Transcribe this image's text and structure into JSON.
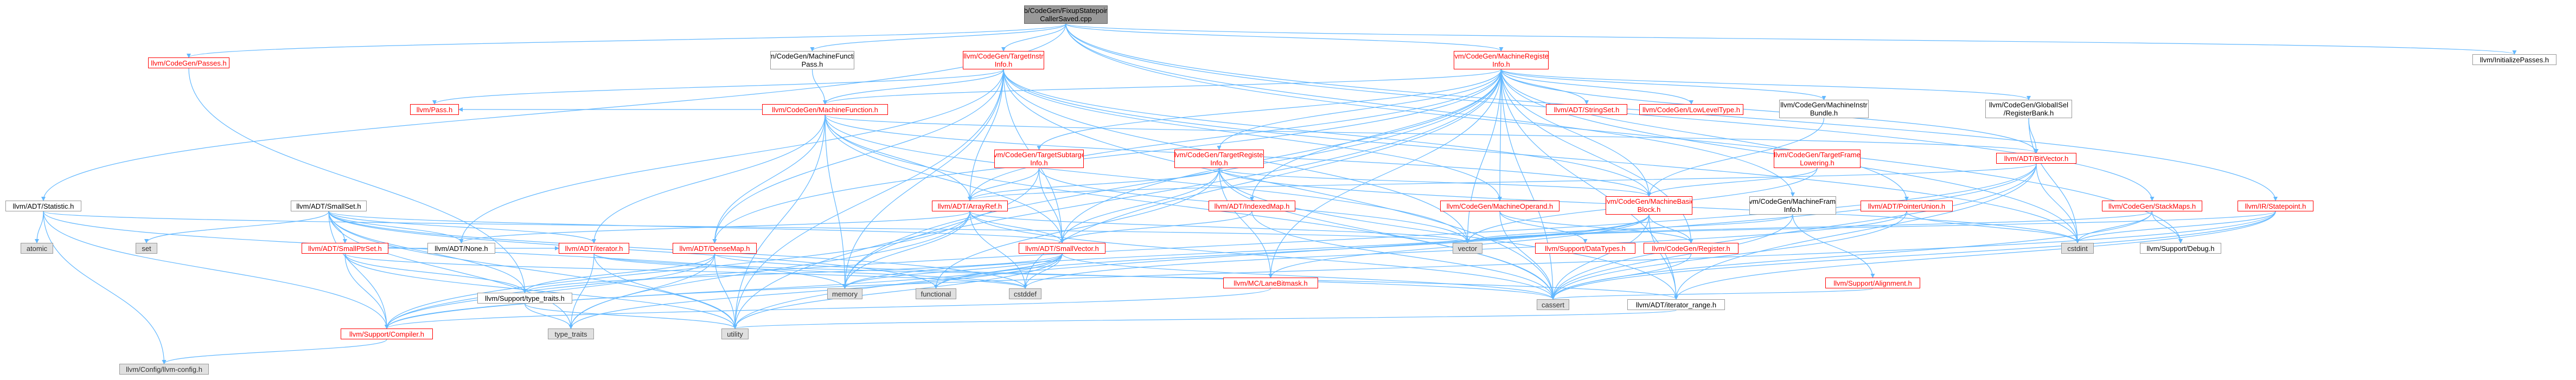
{
  "colors": {
    "edge": "#63b8ff",
    "red": "#ff0000",
    "gray_fill": "#e0e0e0",
    "root_fill": "#999999"
  },
  "nodes": {
    "root": [
      "lib/CodeGen/FixupStatepoint",
      "CallerSaved.cpp"
    ],
    "passes_codegen": [
      "llvm/CodeGen/Passes.h"
    ],
    "mf_pass": [
      "llvm/CodeGen/MachineFunction",
      "Pass.h"
    ],
    "target_instr_info": [
      "llvm/CodeGen/TargetInstr",
      "Info.h"
    ],
    "machine_register_info": [
      "llvm/CodeGen/MachineRegister",
      "Info.h"
    ],
    "init_passes": [
      "llvm/InitializePasses.h"
    ],
    "statistic": [
      "llvm/ADT/Statistic.h"
    ],
    "pass_h": [
      "llvm/Pass.h"
    ],
    "machine_function": [
      "llvm/CodeGen/MachineFunction.h"
    ],
    "stringset": [
      "llvm/ADT/StringSet.h"
    ],
    "lowleveltype": [
      "llvm/CodeGen/LowLevelType.h"
    ],
    "mi_bundle": [
      "llvm/CodeGen/MachineInstr",
      "Bundle.h"
    ],
    "global_isel": [
      "llvm/CodeGen/GlobalISel",
      "/RegisterBank.h"
    ],
    "ir_statepoint": [
      "llvm/IR/Statepoint.h"
    ],
    "target_subtarget": [
      "llvm/CodeGen/TargetSubtarget",
      "Info.h"
    ],
    "target_register": [
      "llvm/CodeGen/TargetRegister",
      "Info.h"
    ],
    "target_frame": [
      "llvm/CodeGen/TargetFrame",
      "Lowering.h"
    ],
    "bitvector": [
      "llvm/ADT/BitVector.h"
    ],
    "smallset": [
      "llvm/ADT/SmallSet.h"
    ],
    "arrayref": [
      "llvm/ADT/ArrayRef.h"
    ],
    "indexedmap": [
      "llvm/ADT/IndexedMap.h"
    ],
    "machine_operand": [
      "llvm/CodeGen/MachineOperand.h"
    ],
    "machine_basic_block": [
      "llvm/CodeGen/MachineBasic",
      "Block.h"
    ],
    "machine_frame_info": [
      "llvm/CodeGen/MachineFrame",
      "Info.h"
    ],
    "pointerunion": [
      "llvm/ADT/PointerUnion.h"
    ],
    "stackmaps": [
      "llvm/CodeGen/StackMaps.h"
    ],
    "atomic": [
      "atomic"
    ],
    "set": [
      "set"
    ],
    "smallptrset": [
      "llvm/ADT/SmallPtrSet.h"
    ],
    "none": [
      "llvm/ADT/None.h"
    ],
    "iterator": [
      "llvm/ADT/iterator.h"
    ],
    "densemap": [
      "llvm/ADT/DenseMap.h"
    ],
    "smallvector": [
      "llvm/ADT/SmallVector.h"
    ],
    "vector": [
      "vector"
    ],
    "datatypes": [
      "llvm/Support/DataTypes.h"
    ],
    "codegen_register": [
      "llvm/CodeGen/Register.h"
    ],
    "cstdint": [
      "cstdint"
    ],
    "support_debug": [
      "llvm/Support/Debug.h"
    ],
    "mc_lanebitmask": [
      "llvm/MC/LaneBitmask.h"
    ],
    "alignment": [
      "llvm/Support/Alignment.h"
    ],
    "memory": [
      "memory"
    ],
    "functional": [
      "functional"
    ],
    "cstddef": [
      "cstddef"
    ],
    "type_traits_h": [
      "llvm/Support/type_traits.h"
    ],
    "cassert": [
      "cassert"
    ],
    "iterator_range": [
      "llvm/ADT/iterator_range.h"
    ],
    "compiler": [
      "llvm/Support/Compiler.h"
    ],
    "type_traits": [
      "type_traits"
    ],
    "utility": [
      "utility"
    ],
    "config": [
      "llvm/Config/llvm-config.h"
    ]
  }
}
